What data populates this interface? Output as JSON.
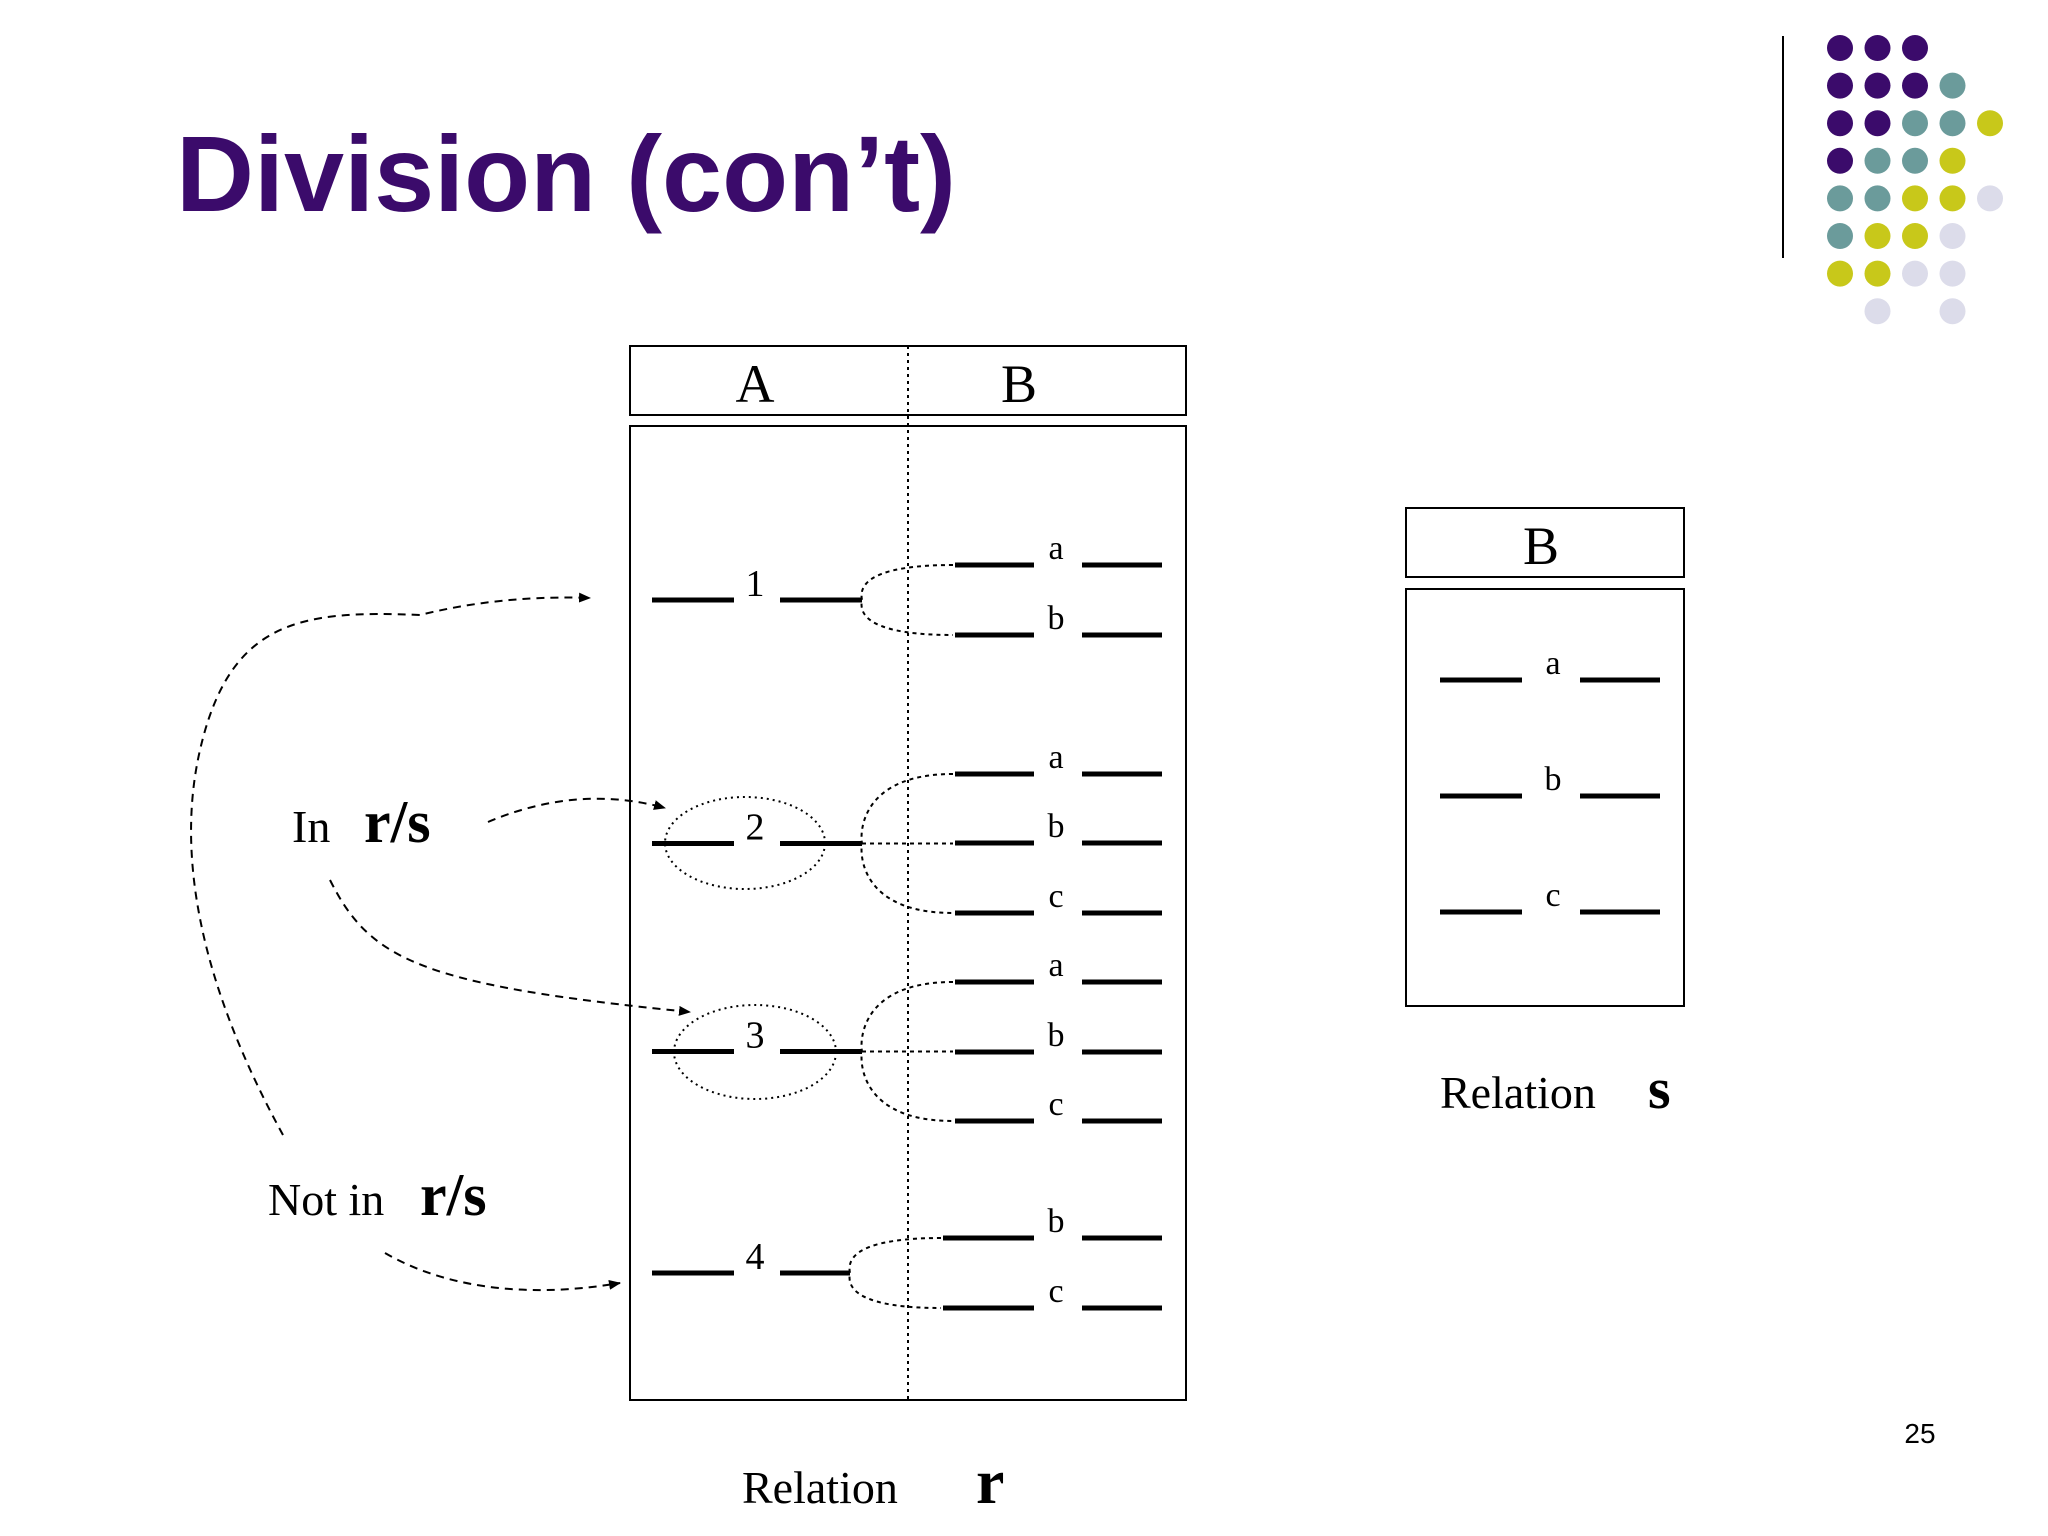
{
  "slide": {
    "title": "Division (con’t)",
    "page_number": "25"
  },
  "colors": {
    "title": "#3b0b6b",
    "dot_purple": "#3b0b6b",
    "dot_teal": "#6b9b9b",
    "dot_yellow": "#c8c81a",
    "dot_lavender": "#dcdcea"
  },
  "decoration": {
    "dot_grid_rows": [
      [
        "purple",
        "purple",
        "purple",
        "",
        "",
        ""
      ],
      [
        "purple",
        "purple",
        "purple",
        "teal",
        "",
        ""
      ],
      [
        "purple",
        "purple",
        "teal",
        "teal",
        "yellow",
        ""
      ],
      [
        "purple",
        "teal",
        "teal",
        "yellow",
        "",
        ""
      ],
      [
        "teal",
        "teal",
        "yellow",
        "yellow",
        "lavender",
        ""
      ],
      [
        "teal",
        "yellow",
        "yellow",
        "lavender",
        "",
        ""
      ],
      [
        "yellow",
        "yellow",
        "lavender",
        "lavender",
        "",
        ""
      ],
      [
        "",
        "lavender",
        "",
        "lavender",
        "",
        ""
      ]
    ]
  },
  "relation_r": {
    "header_a": "A",
    "header_b": "B",
    "caption_label": "Relation",
    "caption_name": "r",
    "a_values": [
      "1",
      "2",
      "3",
      "4"
    ],
    "groups": [
      [
        "a",
        "b"
      ],
      [
        "a",
        "b",
        "c"
      ],
      [
        "a",
        "b",
        "c"
      ],
      [
        "b",
        "c"
      ]
    ]
  },
  "relation_s": {
    "header_b": "B",
    "values": [
      "a",
      "b",
      "c"
    ],
    "caption_label": "Relation",
    "caption_name": "s"
  },
  "annotations": {
    "in_prefix": "In",
    "in_expr": "r/s",
    "not_in_prefix": "Not in",
    "not_in_expr": "r/s"
  }
}
